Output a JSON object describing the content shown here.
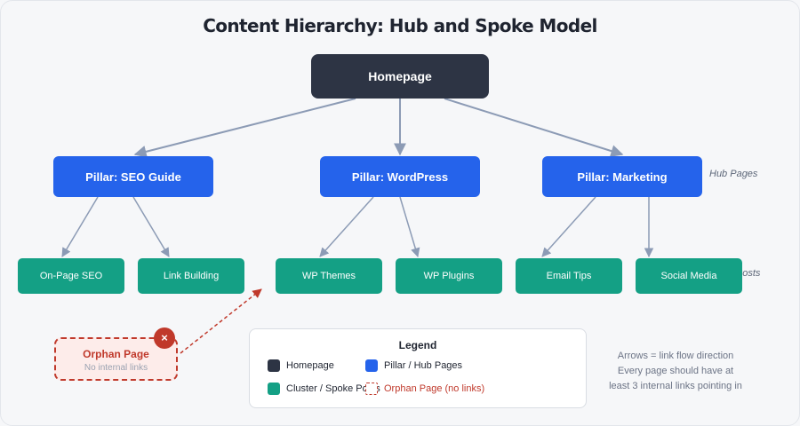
{
  "title": "Content Hierarchy: Hub and Spoke Model",
  "homepage": "Homepage",
  "pillars": [
    "Pillar: SEO Guide",
    "Pillar: WordPress",
    "Pillar: Marketing"
  ],
  "clusters": [
    "On-Page SEO",
    "Link Building",
    "WP Themes",
    "WP Plugins",
    "Email Tips",
    "Social Media"
  ],
  "tier_labels": {
    "hub": "Hub Pages",
    "cluster": "Cluster Posts"
  },
  "orphan": {
    "title": "Orphan Page",
    "subtitle": "No internal links",
    "badge": "×"
  },
  "legend": {
    "title": "Legend",
    "homepage": "Homepage",
    "pillar": "Pillar / Hub Pages",
    "cluster": "Cluster / Spoke Posts",
    "orphan": "Orphan Page (no links)"
  },
  "notes": [
    "Arrows = link flow direction",
    "Every page should have at",
    "least 3 internal links pointing in"
  ],
  "colors": {
    "home": "#2d3444",
    "pillar": "#2563eb",
    "cluster": "#14a085",
    "orphan": "#c0392b",
    "edge": "#8c9bb5"
  }
}
